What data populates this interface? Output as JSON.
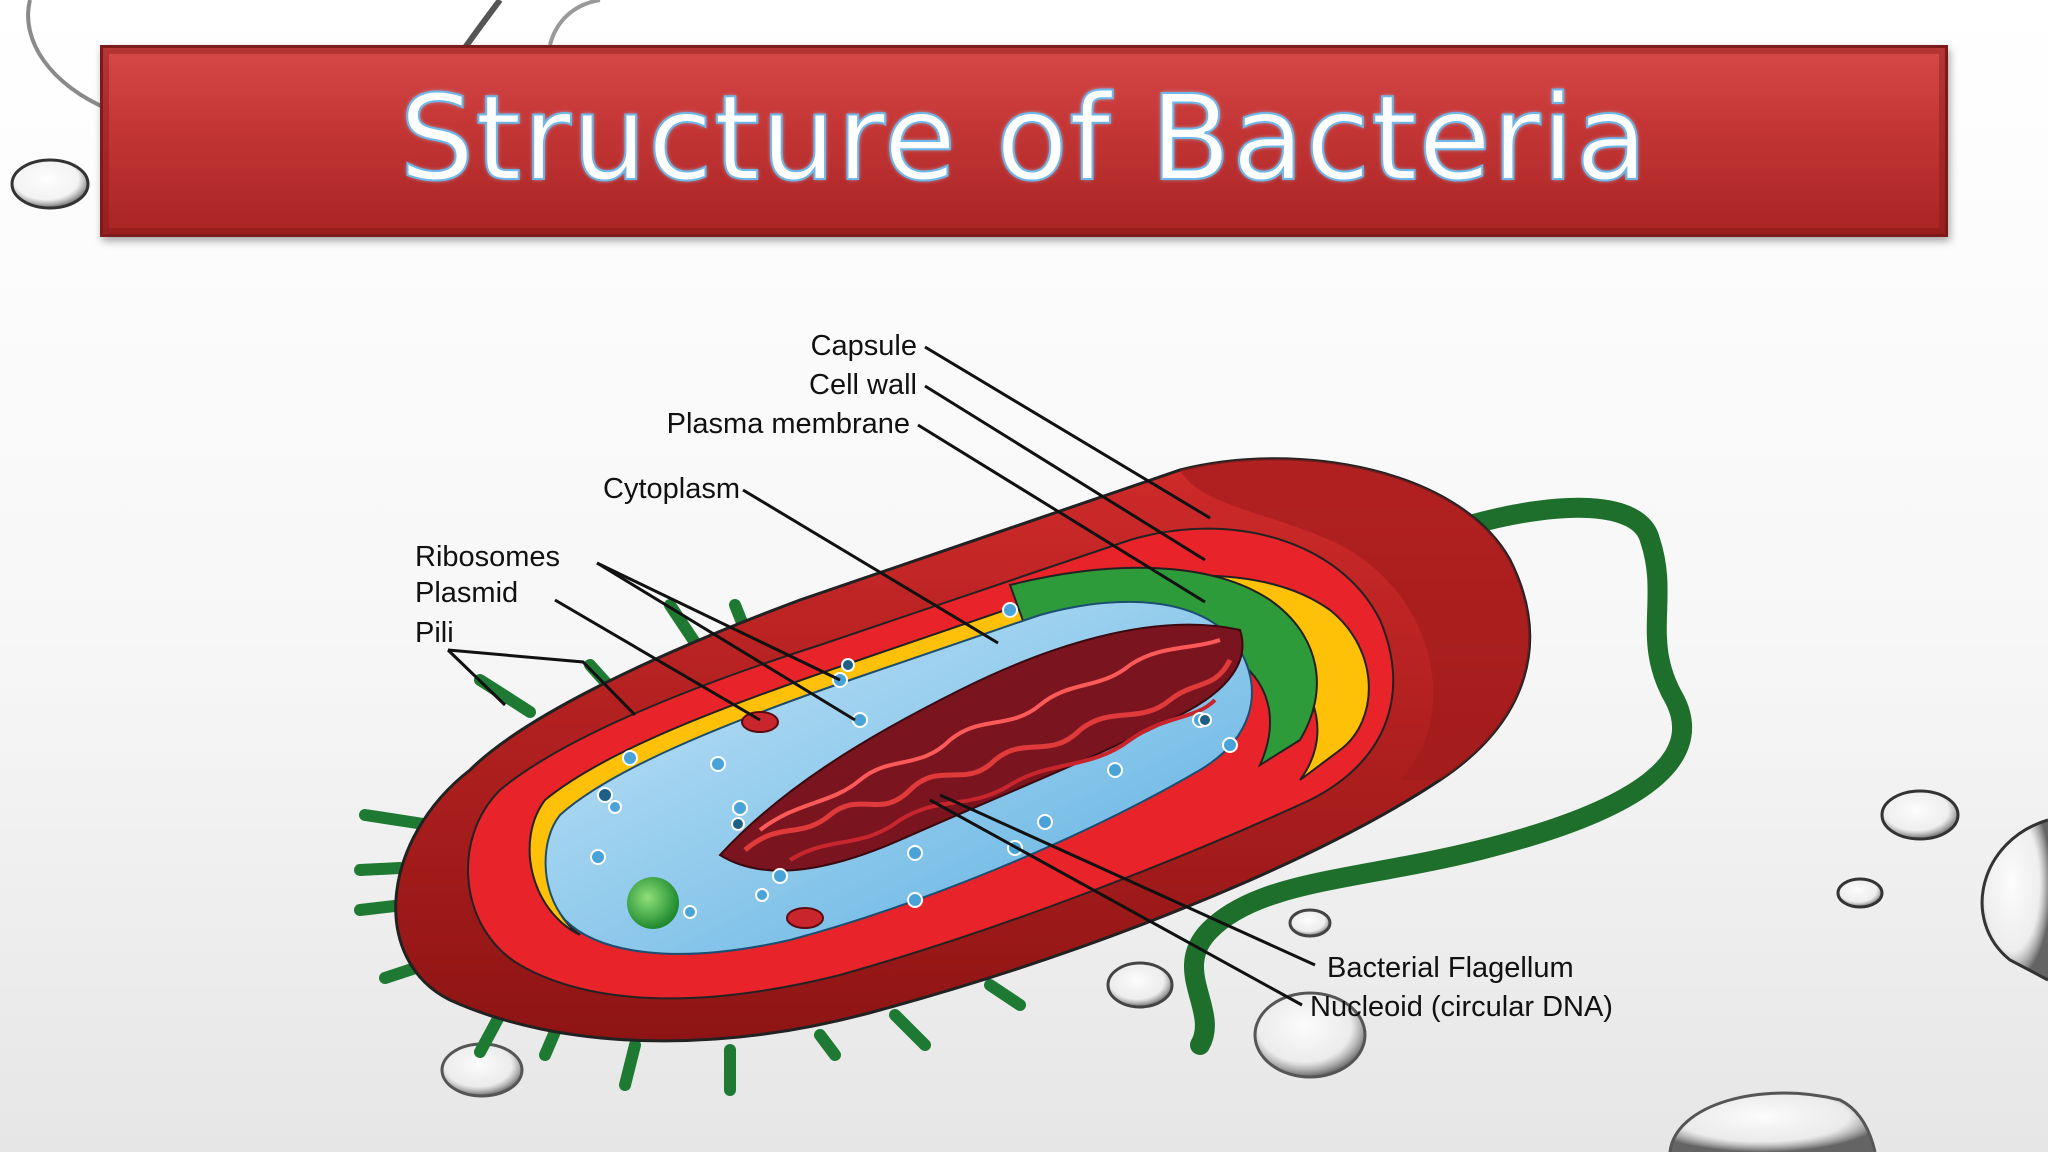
{
  "slide": {
    "title": "Structure of Bacteria"
  },
  "diagram": {
    "labels": {
      "capsule": "Capsule",
      "cell_wall": "Cell wall",
      "plasma_membrane": "Plasma membrane",
      "cytoplasm": "Cytoplasm",
      "ribosomes": "Ribosomes",
      "plasmid": "Plasmid",
      "pili": "Pili",
      "flagellum": "Bacterial Flagellum",
      "nucleoid": "Nucleoid (circular DNA)"
    },
    "colors": {
      "capsule": "#b51f1f",
      "cell_wall": "#ffc107",
      "plasma_membrane": "#2e9b3b",
      "cytoplasm": "#7fc3ea",
      "nucleoid": "#a8151f",
      "flagellum": "#1f6f2c",
      "pili": "#1e7a33"
    }
  }
}
